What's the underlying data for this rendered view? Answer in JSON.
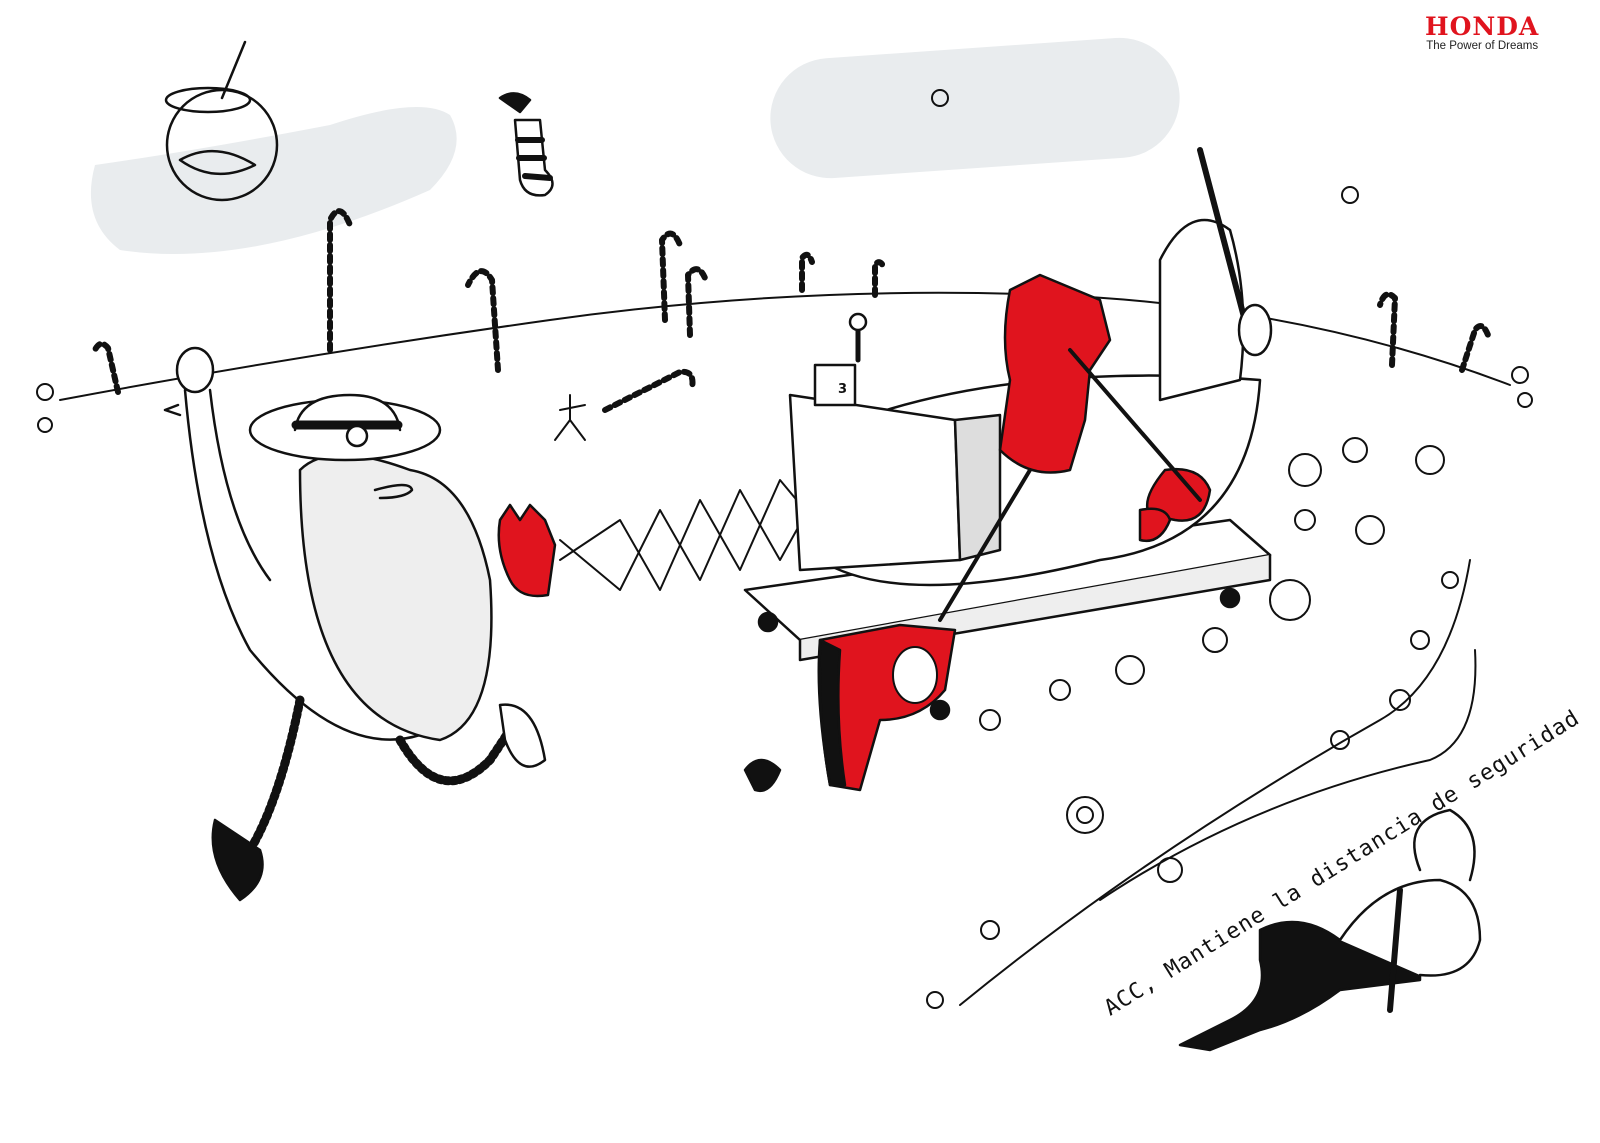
{
  "brand": {
    "name": "HONDA",
    "slogan": "The Power of Dreams",
    "color": "#e0141e"
  },
  "tagline": "ACC, Mantiene la distancia de seguridad",
  "machine_dial": "3",
  "colors": {
    "accent_red": "#e0141e",
    "cloud_gray": "#e9ecee",
    "ink": "#111111"
  }
}
